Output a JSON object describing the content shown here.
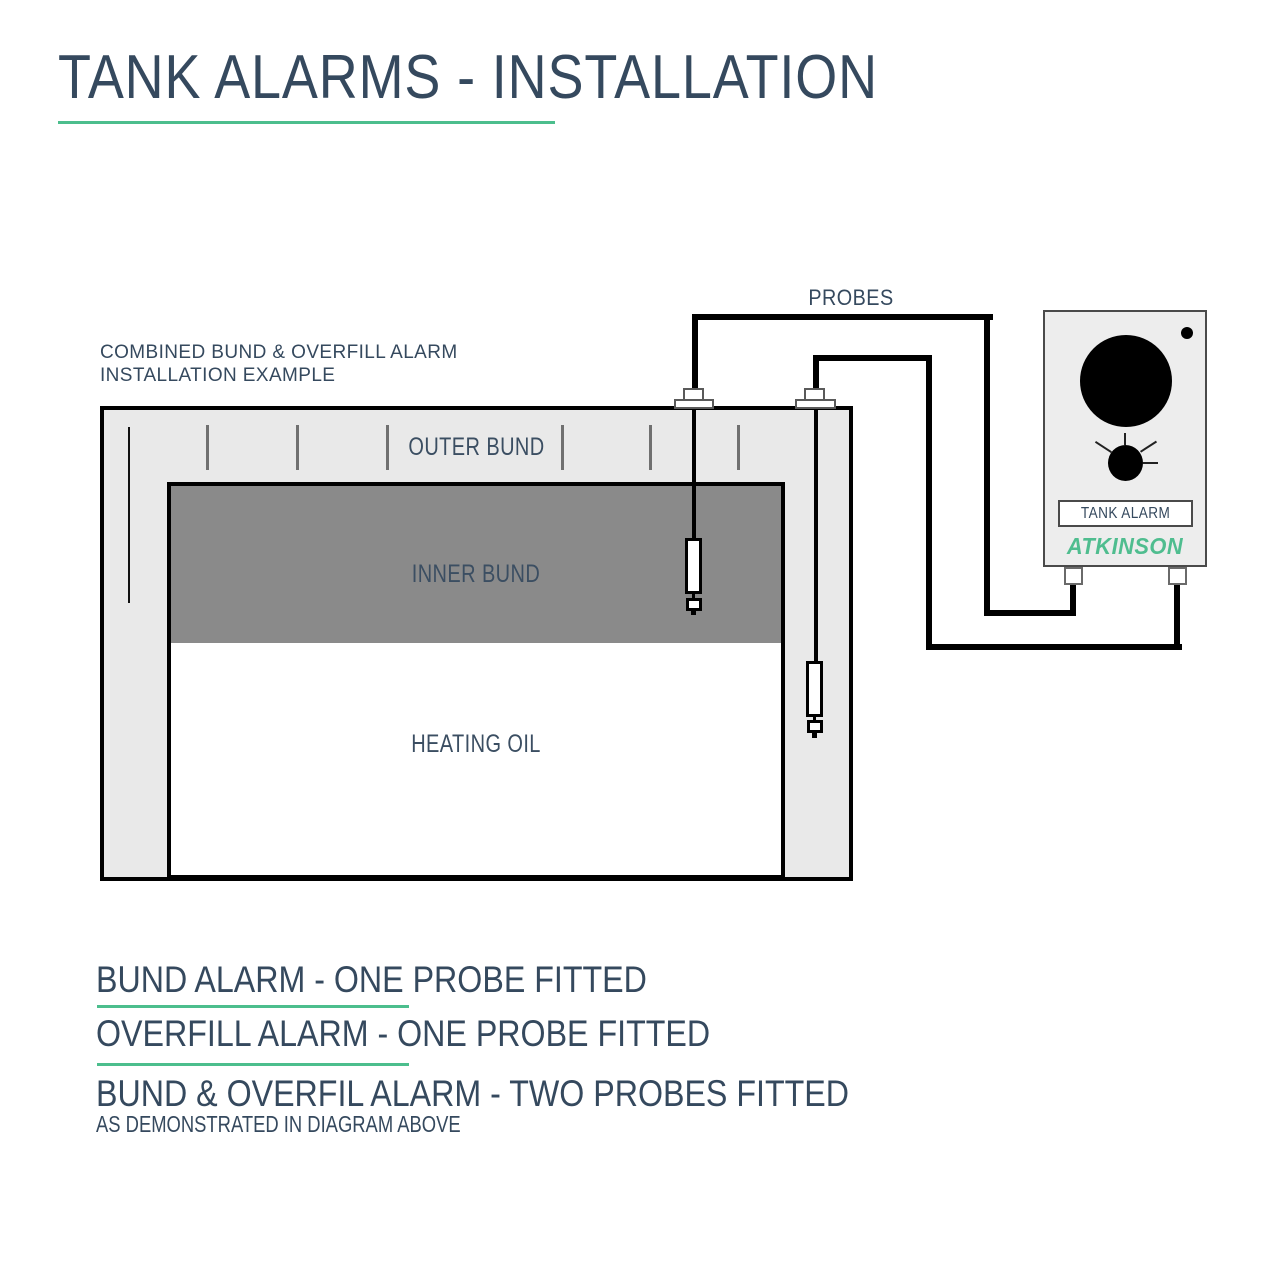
{
  "title": "TANK ALARMS - INSTALLATION",
  "caption": {
    "line1": "COMBINED BUND & OVERFILL ALARM",
    "line2": "INSTALLATION EXAMPLE"
  },
  "diagram": {
    "probes_label": "PROBES",
    "outer_bund_label": "OUTER BUND",
    "inner_bund_label": "INNER BUND",
    "heating_oil_label": "HEATING OIL"
  },
  "alarm_unit": {
    "plate_label": "TANK ALARM",
    "brand": "ATKINSON"
  },
  "legend": {
    "line1": "BUND ALARM - ONE PROBE FITTED",
    "line2": "OVERFILL ALARM - ONE PROBE FITTED",
    "line3": "BUND & OVERFIL ALARM - TWO PROBES FITTED",
    "note": "AS DEMONSTRATED IN DIAGRAM ABOVE"
  },
  "colors": {
    "accent_green": "#4CBE8D",
    "brand_green": "#4FBD8F",
    "text_slate": "#35495E",
    "outer_bund_fill": "#E9E9E9",
    "inner_bund_fill": "#8A8A8A",
    "line_black": "#000000"
  }
}
